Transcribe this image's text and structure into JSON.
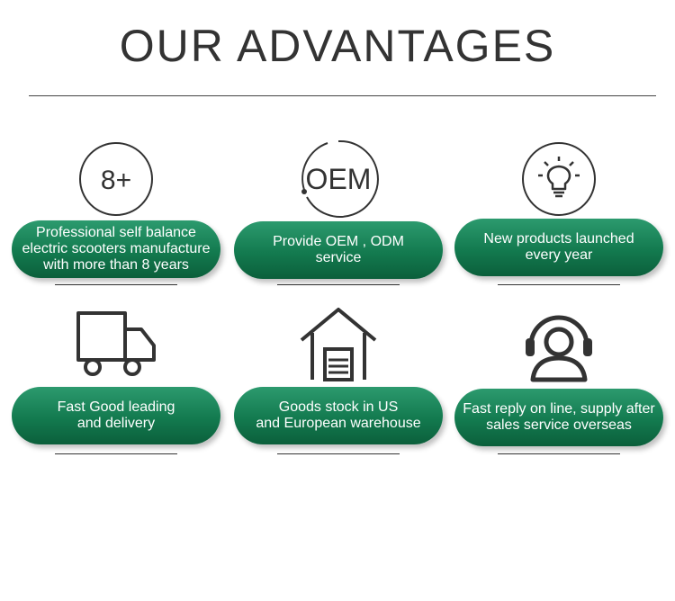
{
  "header": {
    "title": "OUR ADVANTAGES"
  },
  "colors": {
    "pill_green": "#137a4f",
    "text_dark": "#333333"
  },
  "advantages": [
    {
      "icon": "badge-8plus-icon",
      "icon_text": "8+",
      "label": "Professional self balance\nelectric scooters manufacture\nwith more than 8 years"
    },
    {
      "icon": "oem-icon",
      "icon_text": "OEM",
      "label": "Provide OEM , ODM\nservice"
    },
    {
      "icon": "lightbulb-icon",
      "label": "New products launched\nevery year"
    },
    {
      "icon": "truck-icon",
      "label": "Fast Good leading\nand delivery"
    },
    {
      "icon": "warehouse-icon",
      "label": "Goods stock in US\nand European warehouse"
    },
    {
      "icon": "support-headset-icon",
      "label": "Fast reply on line, supply after\nsales service overseas"
    }
  ]
}
